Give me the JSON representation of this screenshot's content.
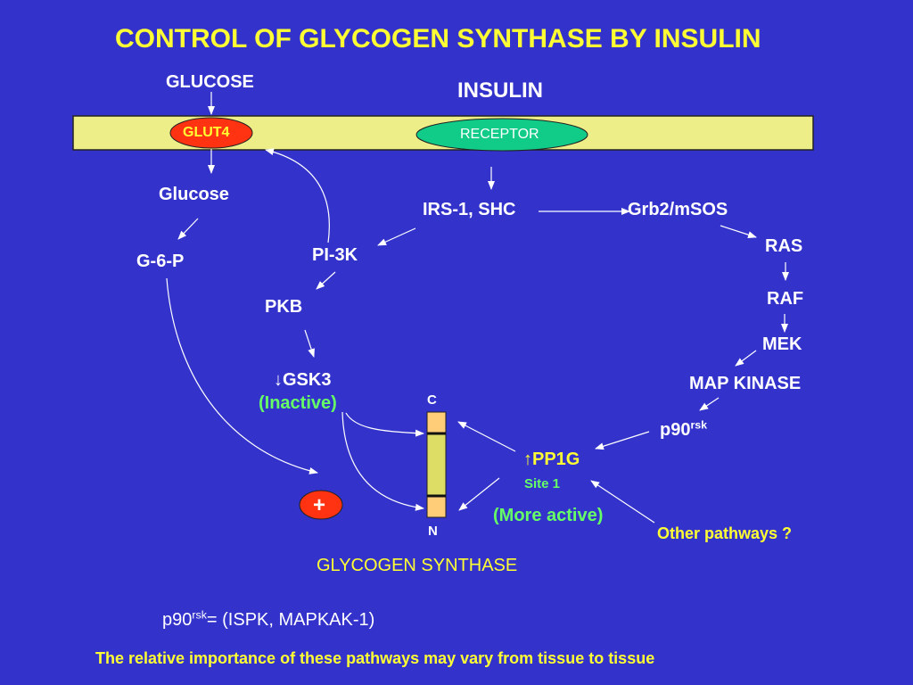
{
  "title": "CONTROL OF GLYCOGEN SYNTHASE BY INSULIN",
  "colors": {
    "background": "#3333cc",
    "membrane": "#eeee88",
    "glut4": "#ff3311",
    "receptor": "#11cc88",
    "heading": "#ffff33",
    "note": "#66ff66"
  },
  "membrane": {
    "glut4": "GLUT4",
    "receptor": "RECEPTOR"
  },
  "labels": {
    "glucose_top": "GLUCOSE",
    "insulin": "INSULIN",
    "glucose": "Glucose",
    "g6p": "G-6-P",
    "irs": "IRS-1, SHC",
    "grb2": "Grb2/mSOS",
    "ras": "RAS",
    "raf": "RAF",
    "mek": "MEK",
    "map_kinase": "MAP KINASE",
    "p90": "p90",
    "rsk": "rsk",
    "pi3k": "PI-3K",
    "pkb": "PKB",
    "gsk3_arrow": "↓",
    "gsk3": "GSK3",
    "inactive": "(Inactive)",
    "pp1g_arrow": "↑",
    "pp1g": "PP1G",
    "site1": "Site 1",
    "more_active": "(More active)",
    "other_pathways": "Other pathways ?",
    "plus": "+",
    "c_term": "C",
    "n_term": "N",
    "glycogen_synthase": "GLYCOGEN SYNTHASE"
  },
  "footnote": {
    "p90": "p90",
    "rsk": "rsk",
    "rest": "= (ISPK, MAPKAK-1)"
  },
  "bottom_note": "The relative importance of these pathways may vary from tissue to tissue"
}
